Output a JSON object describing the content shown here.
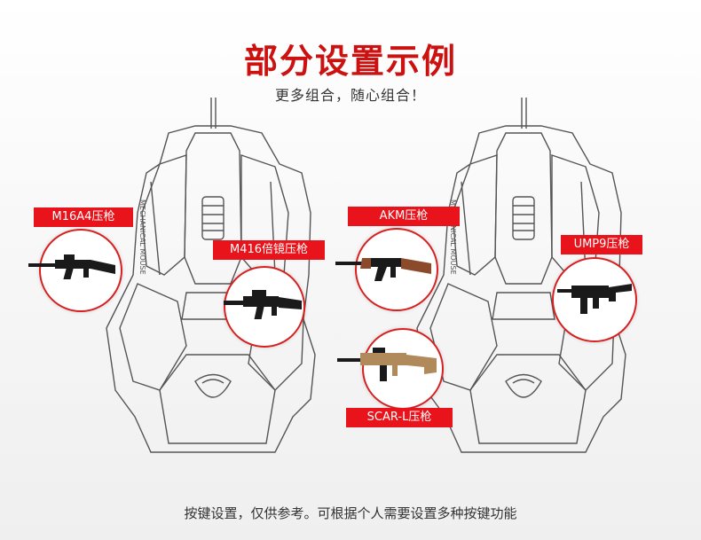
{
  "header": {
    "title": "部分设置示例",
    "subtitle": "更多组合，随心组合！"
  },
  "left_mouse": {
    "brand_text": "MECHANICAL MOUSE",
    "tags": {
      "m16": "M16A4压枪",
      "m416": "M416倍镜压枪"
    }
  },
  "right_mouse": {
    "tags": {
      "akm": "AKM压枪",
      "ump9": "UMP9压枪",
      "scar": "SCAR-L压枪"
    }
  },
  "footer": {
    "note": "按键设置，仅供参考。可根据个人需要设置多种按键功能"
  },
  "colors": {
    "accent": "#e8131b",
    "title": "#cc1111"
  }
}
